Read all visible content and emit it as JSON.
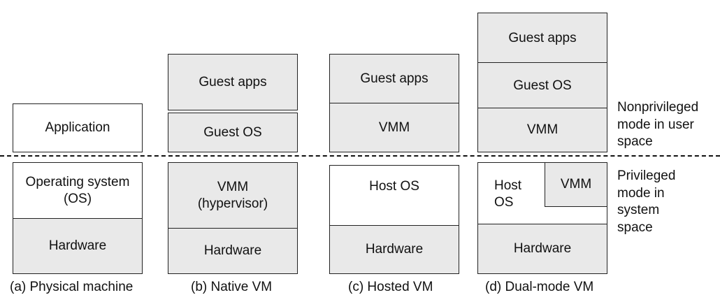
{
  "physical": {
    "application": "Application",
    "os": "Operating system\n(OS)",
    "hardware": "Hardware",
    "caption": "(a) Physical machine"
  },
  "native": {
    "guest_apps": "Guest apps",
    "guest_os": "Guest OS",
    "vmm": "VMM\n(hypervisor)",
    "hardware": "Hardware",
    "caption": "(b) Native VM"
  },
  "hosted": {
    "guest_apps": "Guest apps",
    "vmm": "VMM",
    "host_os": "Host OS",
    "hardware": "Hardware",
    "caption": "(c) Hosted VM"
  },
  "dual": {
    "guest_apps": "Guest apps",
    "guest_os": "Guest OS",
    "vmm_user": "VMM",
    "host_os": "Host\nOS",
    "vmm_priv": "VMM",
    "hardware": "Hardware",
    "caption": "(d) Dual-mode VM"
  },
  "modes": {
    "nonprivileged": "Nonprivileged\nmode in user\nspace",
    "privileged": "Privileged\nmode in\nsystem\nspace"
  },
  "colors": {
    "gray_fill": "#e9e9e9",
    "white_fill": "#ffffff",
    "stroke": "#222222"
  }
}
